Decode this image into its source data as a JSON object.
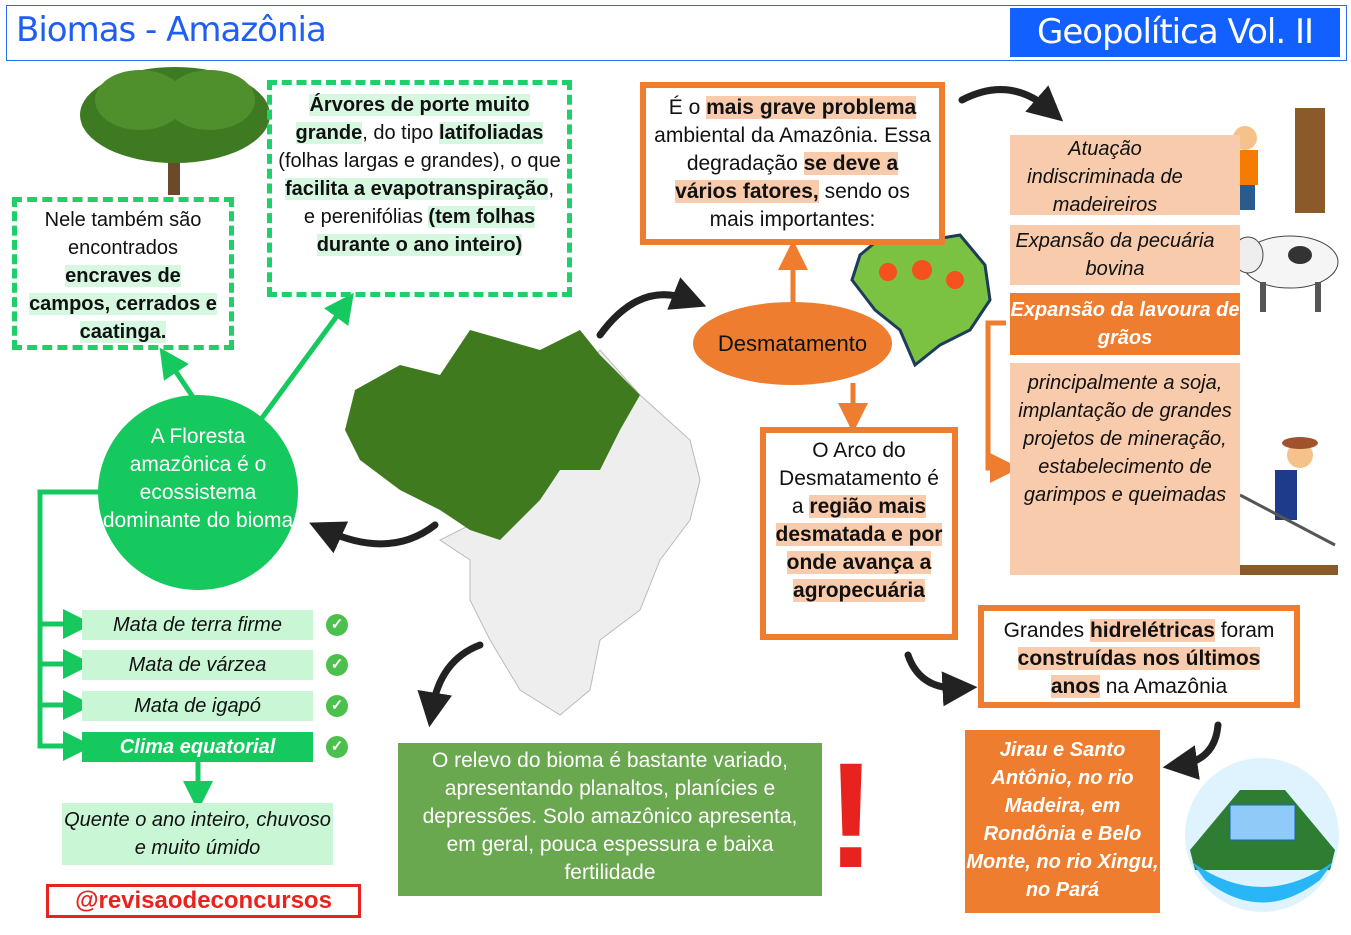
{
  "header": {
    "title": "Biomas - Amazônia",
    "volume": "Geopolítica Vol. II"
  },
  "left": {
    "encraves": [
      {
        "t": "Nele também são encontrados "
      },
      {
        "t": "encraves de campos, cerrados e caatinga.",
        "b": 1
      }
    ],
    "arvores": [
      {
        "t": "Árvores de porte muito grande",
        "b": 1
      },
      {
        "t": ", do tipo "
      },
      {
        "t": "latifoliadas",
        "b": 1
      },
      {
        "t": " (folhas largas e grandes), o que "
      },
      {
        "t": "facilita a evapotranspiração",
        "b": 1
      },
      {
        "t": ", e perenifólias "
      },
      {
        "t": "(tem folhas durante o ano inteiro)",
        "b": 1
      }
    ],
    "circle": "A Floresta amazônica é o ecossistema dominante do bioma",
    "list": [
      "Mata de terra firme",
      "Mata de várzea",
      "Mata de igapó",
      "Clima equatorial"
    ],
    "clima": "Quente o ano inteiro, chuvoso e muito úmido",
    "handle": "@revisaodeconcursos"
  },
  "center": {
    "problema": [
      {
        "t": "É o "
      },
      {
        "t": "mais grave problema",
        "b": 1
      },
      {
        "t": " ambiental da Amazônia. Essa degradação "
      },
      {
        "t": "se deve a vários fatores,",
        "b": 1
      },
      {
        "t": " sendo os mais importantes:"
      }
    ],
    "desmatamento": "Desmatamento",
    "arco": [
      {
        "t": "O Arco do Desmatamento é a "
      },
      {
        "t": "região mais desmatada e por onde avança a agropecuária",
        "b": 1
      }
    ],
    "relevo": "O relevo do bioma é bastante variado, apresentando planaltos, planícies e depressões. Solo amazônico apresenta, em geral, pouca espessura e baixa fertilidade",
    "exclamation": "!"
  },
  "right": {
    "madeireiros": "Atuação indiscriminada de madeireiros",
    "pecuaria": "Expansão da pecuária bovina",
    "lavoura": "Expansão da lavoura de grãos",
    "soja": "principalmente a soja, implantação de grandes projetos de mineração, estabelecimento de garimpos e queimadas",
    "hidreletricas": [
      {
        "t": "Grandes "
      },
      {
        "t": "hidrelétricas",
        "b": 1
      },
      {
        "t": " foram "
      },
      {
        "t": "construídas nos últimos anos",
        "b": 1
      },
      {
        "t": " na Amazônia"
      }
    ],
    "jirau": "Jirau e Santo Antônio, no rio Madeira, em Rondônia e Belo Monte, no rio Xingu, no Pará"
  },
  "colors": {
    "green": "#16c95f",
    "orange": "#ee7d2f",
    "blue": "#1260ff",
    "peach": "#f8cbad"
  }
}
